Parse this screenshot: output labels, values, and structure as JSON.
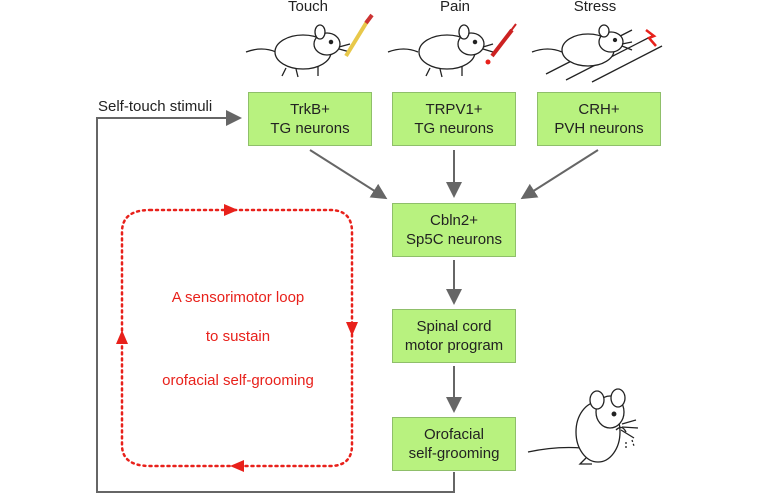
{
  "stimuli": {
    "touch": "Touch",
    "pain": "Pain",
    "stress": "Stress"
  },
  "boxes": {
    "trkb": {
      "line1": "TrkB+",
      "line2": "TG neurons"
    },
    "trpv1": {
      "line1": "TRPV1+",
      "line2": "TG neurons"
    },
    "crh": {
      "line1": "CRH+",
      "line2": "PVH  neurons"
    },
    "cbln2": {
      "line1": "Cbln2+",
      "line2": "Sp5C neurons"
    },
    "spinal": {
      "line1": "Spinal cord",
      "line2": "motor program"
    },
    "groom": {
      "line1": "Orofacial",
      "line2": "self-grooming"
    }
  },
  "feedback_label": "Self-touch stimuli",
  "loop": {
    "line1": "A sensorimotor loop",
    "line2": "to sustain",
    "line3": "orofacial self-grooming"
  },
  "colors": {
    "box_fill": "#b8f27f",
    "arrow": "#666666",
    "loop": "#e8211b"
  },
  "icons": [
    "mouse-touch-icon",
    "mouse-pain-icon",
    "mouse-stress-icon",
    "mouse-grooming-icon"
  ]
}
